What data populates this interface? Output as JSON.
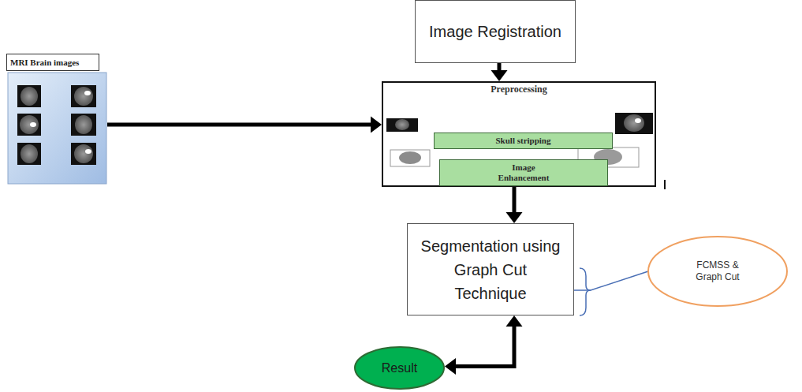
{
  "diagram": {
    "nodes": [
      {
        "text": [
          "MRI Brain images"
        ]
      },
      {
        "text": [
          "Image Registration"
        ]
      },
      {
        "text": [
          "Preprocessing"
        ]
      },
      {
        "text": [
          "Skull stripping"
        ],
        "in": 2
      },
      {
        "text": [
          "Image Enhancement"
        ],
        "in": 2
      },
      {
        "text": [
          "Segmentation using Graph Cut Technique"
        ]
      },
      {
        "text": [
          "FCMSS & Graph Cut"
        ]
      },
      {
        "text": [
          "Result"
        ]
      }
    ],
    "edges": [
      {
        "from": 0,
        "to": 2,
        "arrow": "to"
      },
      {
        "from": 1,
        "to": 2,
        "arrow": "to"
      },
      {
        "from": 2,
        "to": 5,
        "arrow": "to"
      },
      {
        "from": 5,
        "to": 7,
        "arrow": "both"
      },
      {
        "from": 5,
        "to": 6,
        "arrow": "none"
      }
    ]
  }
}
